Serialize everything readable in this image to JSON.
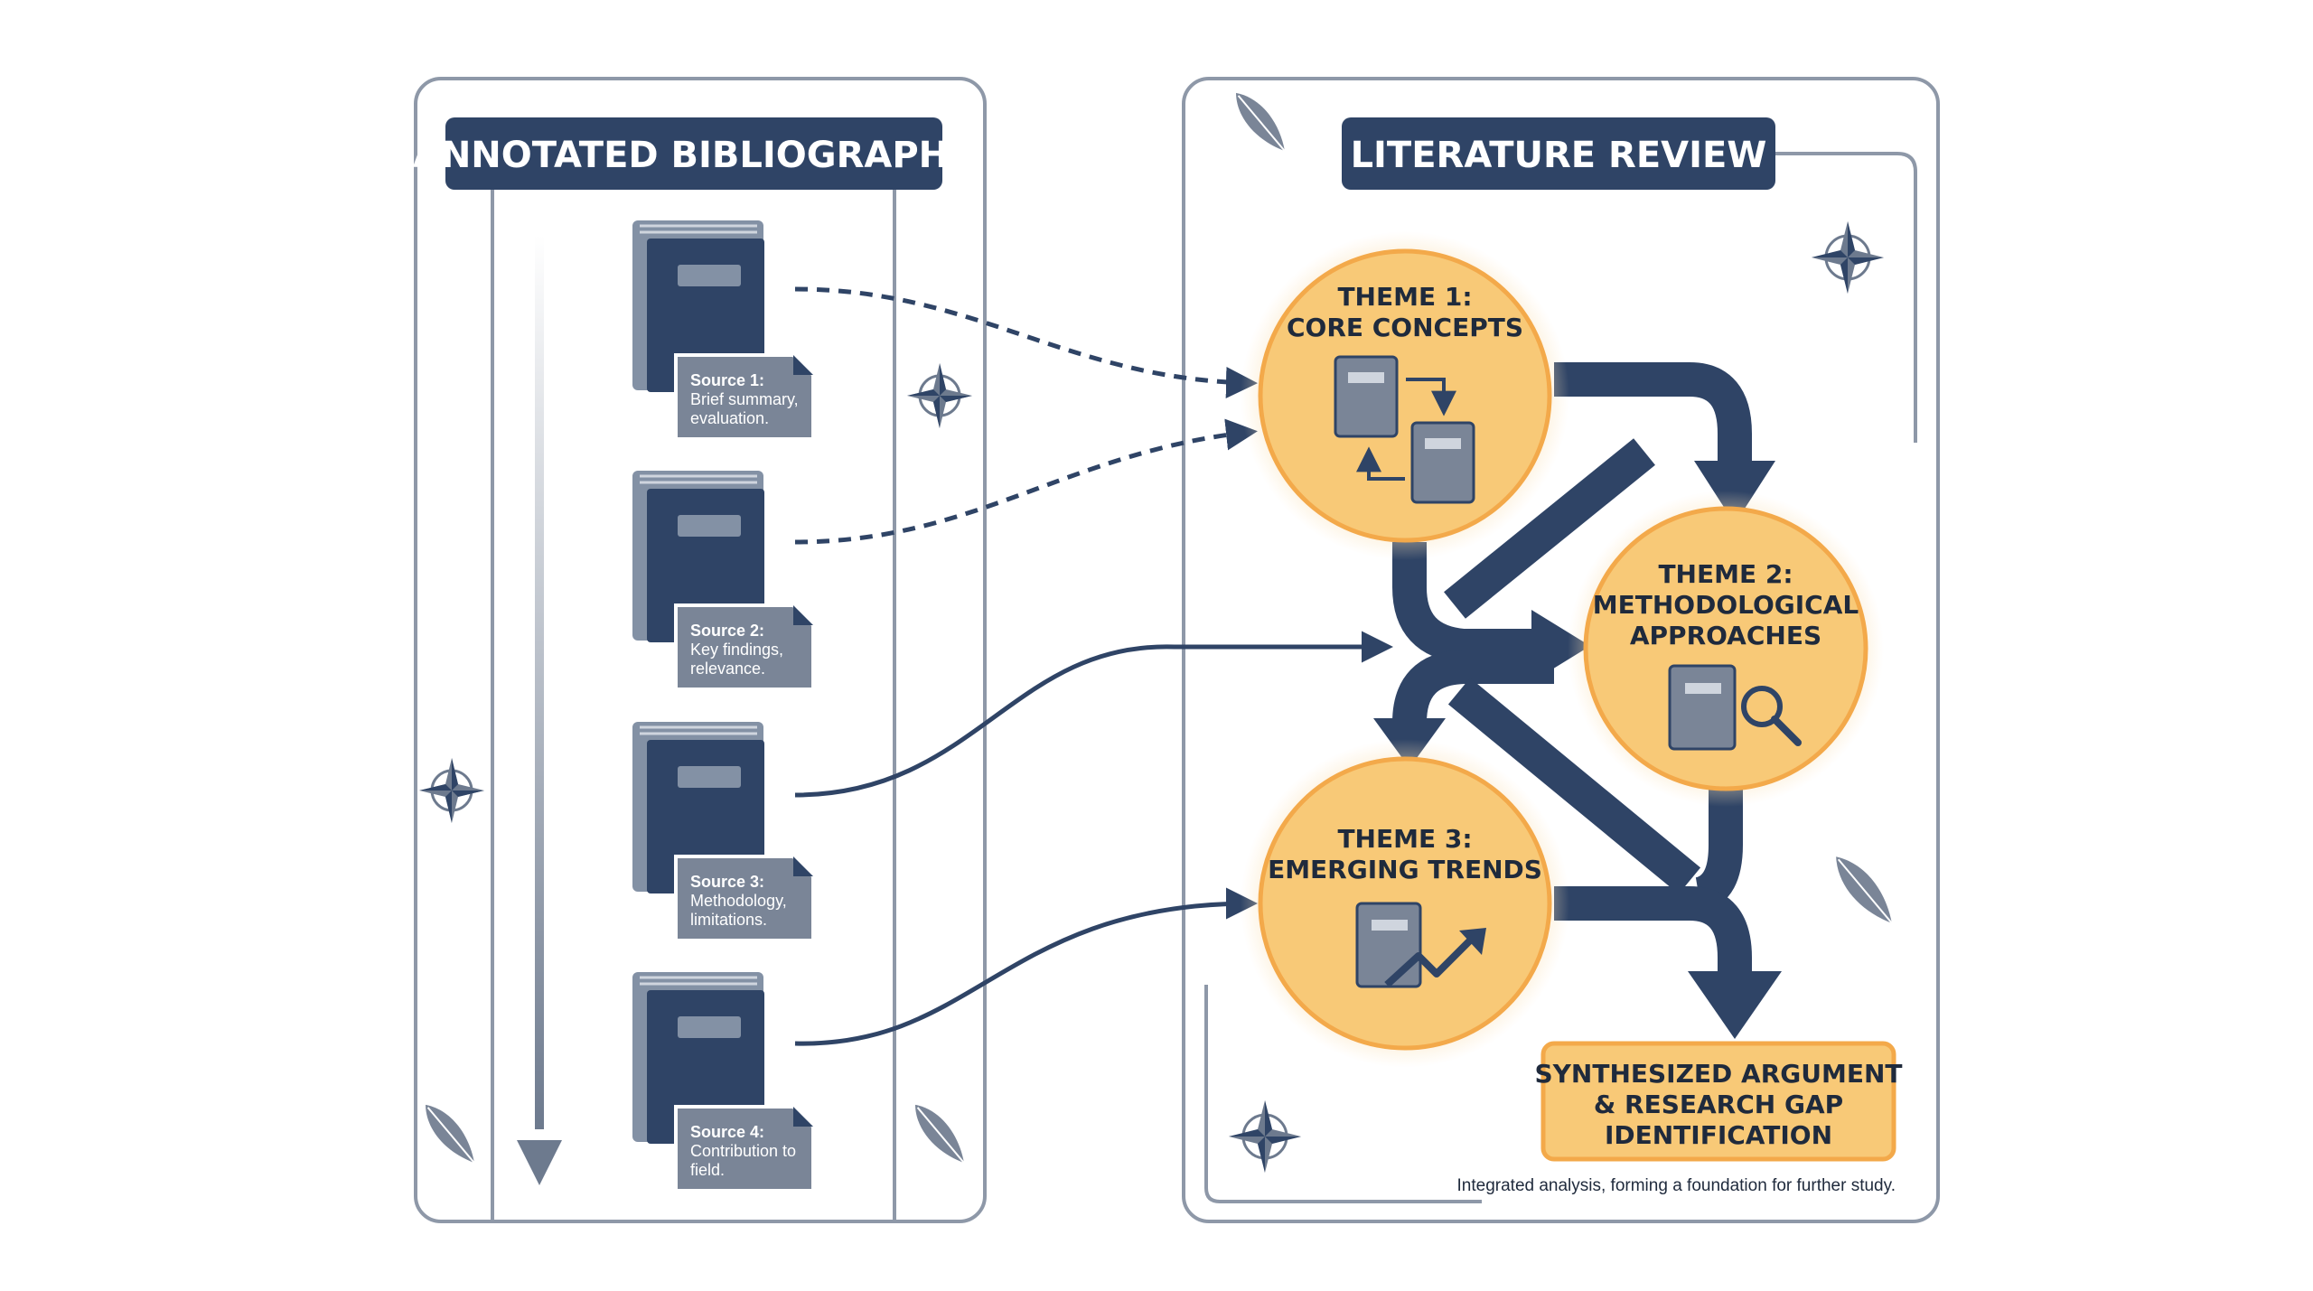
{
  "left_panel": {
    "title": "ANNOTATED BIBLIOGRAPHY",
    "sources": [
      {
        "name": "Source 1:",
        "line1": "Brief summary,",
        "line2": "evaluation."
      },
      {
        "name": "Source 2:",
        "line1": "Key findings,",
        "line2": "relevance."
      },
      {
        "name": "Source 3:",
        "line1": "Methodology,",
        "line2": "limitations."
      },
      {
        "name": "Source 4:",
        "line1": "Contribution to",
        "line2": "field."
      }
    ]
  },
  "right_panel": {
    "title": "LITERATURE REVIEW",
    "themes": [
      {
        "line1": "THEME 1:",
        "line2": "CORE CONCEPTS",
        "line3": ""
      },
      {
        "line1": "THEME 2:",
        "line2": "METHODOLOGICAL",
        "line3": "APPROACHES"
      },
      {
        "line1": "THEME 3:",
        "line2": "EMERGING TRENDS",
        "line3": ""
      }
    ],
    "synthesis": {
      "line1": "SYNTHESIZED ARGUMENT",
      "line2": "& RESEARCH GAP",
      "line3": "IDENTIFICATION"
    },
    "caption": "Integrated analysis, forming a foundation for further study."
  },
  "colors": {
    "navy": "#2f4466",
    "slate": "#7a8597",
    "theme_fill": "#f8c977",
    "theme_ring": "#f3a94a",
    "border": "#8e98a8"
  }
}
